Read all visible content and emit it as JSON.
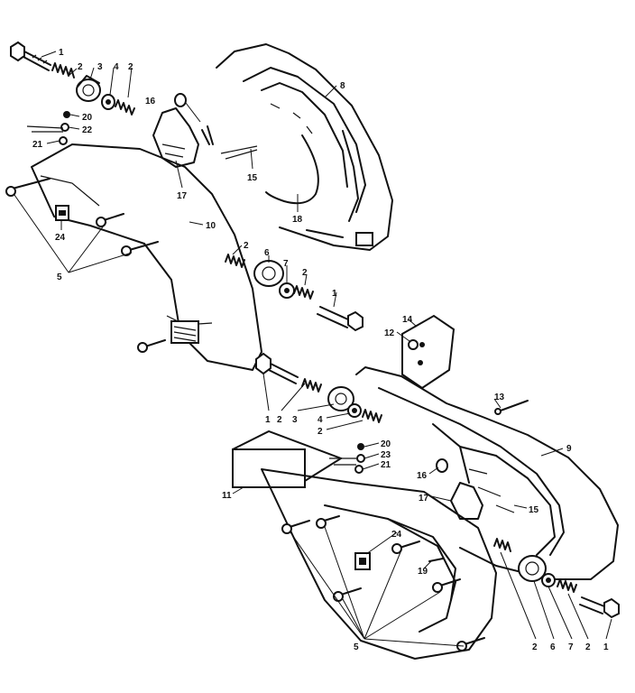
{
  "callouts": [
    {
      "id": "c1a",
      "text": "1"
    },
    {
      "id": "c2a",
      "text": "2"
    },
    {
      "id": "c3a",
      "text": "3"
    },
    {
      "id": "c4a",
      "text": "4"
    },
    {
      "id": "c2b",
      "text": "2"
    },
    {
      "id": "c8",
      "text": "8"
    },
    {
      "id": "c16a",
      "text": "16"
    },
    {
      "id": "c20a",
      "text": "20"
    },
    {
      "id": "c22",
      "text": "22"
    },
    {
      "id": "c21a",
      "text": "21"
    },
    {
      "id": "c15a",
      "text": "15"
    },
    {
      "id": "c17a",
      "text": "17"
    },
    {
      "id": "c18",
      "text": "18"
    },
    {
      "id": "c24a",
      "text": "24"
    },
    {
      "id": "c10",
      "text": "10"
    },
    {
      "id": "c5a",
      "text": "5"
    },
    {
      "id": "c2c",
      "text": "2"
    },
    {
      "id": "c6a",
      "text": "6"
    },
    {
      "id": "c7a",
      "text": "7"
    },
    {
      "id": "c2d",
      "text": "2"
    },
    {
      "id": "c1b",
      "text": "1"
    },
    {
      "id": "c14",
      "text": "14"
    },
    {
      "id": "c12",
      "text": "12"
    },
    {
      "id": "c13",
      "text": "13"
    },
    {
      "id": "c1c",
      "text": "1"
    },
    {
      "id": "c2e",
      "text": "2"
    },
    {
      "id": "c3b",
      "text": "3"
    },
    {
      "id": "c4b",
      "text": "4"
    },
    {
      "id": "c2f",
      "text": "2"
    },
    {
      "id": "c9",
      "text": "9"
    },
    {
      "id": "c20b",
      "text": "20"
    },
    {
      "id": "c23",
      "text": "23"
    },
    {
      "id": "c21b",
      "text": "21"
    },
    {
      "id": "c11",
      "text": "11"
    },
    {
      "id": "c16b",
      "text": "16"
    },
    {
      "id": "c17b",
      "text": "17"
    },
    {
      "id": "c15b",
      "text": "15"
    },
    {
      "id": "c24b",
      "text": "24"
    },
    {
      "id": "c19",
      "text": "19"
    },
    {
      "id": "c5b",
      "text": "5"
    },
    {
      "id": "c2g",
      "text": "2"
    },
    {
      "id": "c6b",
      "text": "6"
    },
    {
      "id": "c7b",
      "text": "7"
    },
    {
      "id": "c2h",
      "text": "2"
    },
    {
      "id": "c1d",
      "text": "1"
    }
  ]
}
